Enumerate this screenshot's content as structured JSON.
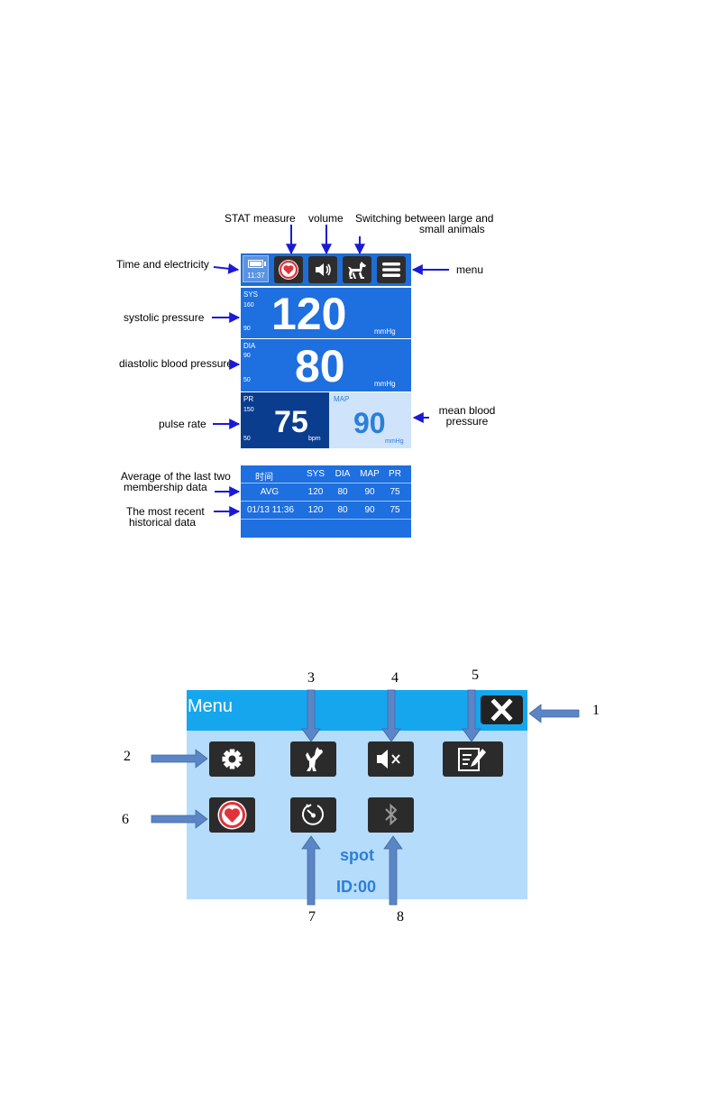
{
  "annotations": {
    "stat_measure": "STAT measure",
    "volume": "volume",
    "switching_line1": "Switching between large and",
    "switching_line2": "small animals",
    "time_electricity": "Time and electricity",
    "menu": "menu",
    "systolic": "systolic pressure",
    "diastolic": "diastolic blood pressure",
    "pulse_rate": "pulse rate",
    "mean_line1": "mean blood",
    "mean_line2": "pressure",
    "average_line1": "Average of the last two",
    "average_line2": "membership data",
    "recent_line1": "The most recent",
    "recent_line2": "historical data"
  },
  "device": {
    "time": "11:37",
    "sys": {
      "name": "SYS",
      "upper": "160",
      "lower": "90",
      "value": "120",
      "unit": "mmHg"
    },
    "dia": {
      "name": "DIA",
      "upper": "90",
      "lower": "50",
      "value": "80",
      "unit": "mmHg"
    },
    "pr": {
      "name": "PR",
      "upper": "150",
      "lower": "50",
      "value": "75",
      "unit": "bpm"
    },
    "map": {
      "name": "MAP",
      "value": "90",
      "unit": "mmHg"
    },
    "colors": {
      "panel": "#1e6fe0",
      "pr_panel": "#0b3d8f",
      "map_panel": "#cfe3fa",
      "heart": "#e0333a"
    }
  },
  "history": {
    "headers": [
      "时间",
      "SYS",
      "DIA",
      "MAP",
      "PR"
    ],
    "rows": [
      [
        "AVG",
        "120",
        "80",
        "90",
        "75"
      ],
      [
        "01/13 11:36",
        "120",
        "80",
        "90",
        "75"
      ]
    ]
  },
  "menu_screen": {
    "title": "Menu",
    "spot": "spot",
    "id": "ID:00",
    "callouts": [
      "1",
      "2",
      "3",
      "4",
      "5",
      "6",
      "7",
      "8"
    ],
    "icons": [
      "close-icon",
      "settings-icon",
      "cat-icon",
      "mute-icon",
      "record-icon",
      "stat-heart-icon",
      "timer-icon",
      "bluetooth-icon"
    ],
    "colors": {
      "bar": "#16a6ee",
      "body": "#b6dcfb",
      "text": "#2b7fd9",
      "arrow": "#5b85c4"
    }
  }
}
